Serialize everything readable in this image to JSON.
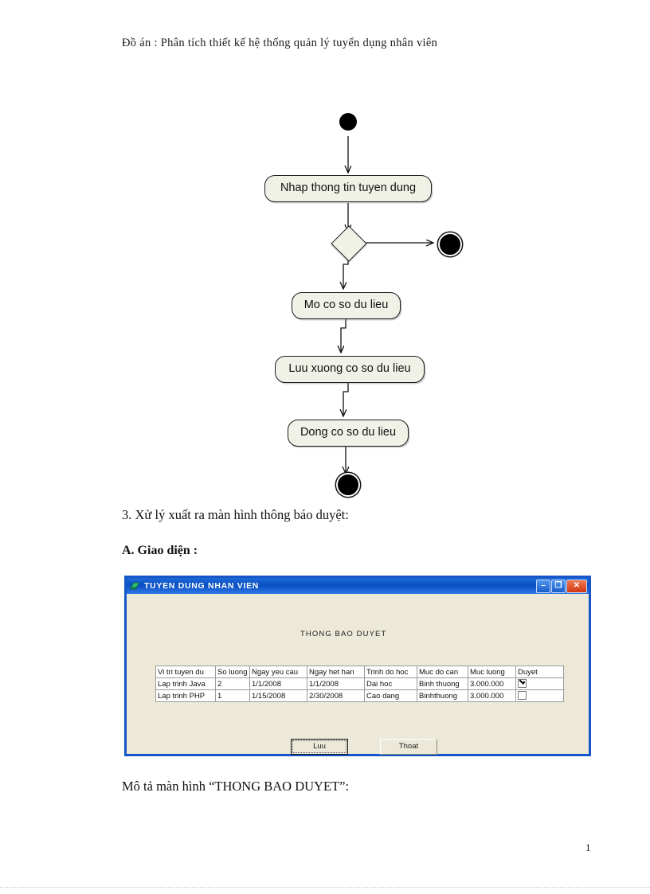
{
  "document": {
    "header": "Đồ án : Phân tích thiết kế hệ thống quản lý tuyển dụng nhân viên",
    "section_heading": "3. Xử lý xuất ra màn hình thông báo duyệt:",
    "subsection_heading": "A. Giao diện :",
    "caption": "Mô tả màn hình “THONG BAO DUYET”:",
    "page_number": "1"
  },
  "diagram": {
    "type": "uml-activity",
    "start_node_name": "initial-node",
    "end_node_names": [
      "final-node-branch",
      "final-node-main"
    ],
    "decision_node_name": "decision-diamond",
    "activities": [
      {
        "label": "Nhap thong tin tuyen dung"
      },
      {
        "label": "Mo co so du lieu"
      },
      {
        "label": "Luu xuong co so du lieu"
      },
      {
        "label": "Dong co so du lieu"
      }
    ],
    "node_fill": "#f0f2e8",
    "node_stroke": "#1c1c1c"
  },
  "window": {
    "title": "TUYEN DUNG NHAN VIEN",
    "icon": "app-icon",
    "controls": {
      "minimize": "–",
      "maximize": "❐",
      "close": "✕"
    },
    "accent_color": "#1756c8",
    "client_color": "#ece9d8",
    "form_title": "THONG BAO DUYET",
    "grid": {
      "columns": [
        "Vi tri tuyen du",
        "So luong",
        "Ngay yeu cau",
        "Ngay het han",
        "Trinh do hoc",
        "Muc do can",
        "Muc luong",
        "Duyet"
      ],
      "rows": [
        {
          "vi_tri": "Lap trinh Java",
          "so_luong": "2",
          "ngay_yeu_cau": "1/1/2008",
          "ngay_het_han": "1/1/2008",
          "trinh_do": "Dai hoc",
          "muc_do_can": "Binh thuong",
          "muc_luong": "3.000.000",
          "duyet": true
        },
        {
          "vi_tri": "Lap trinh PHP",
          "so_luong": "1",
          "ngay_yeu_cau": "1/15/2008",
          "ngay_het_han": "2/30/2008",
          "trinh_do": "Cao dang",
          "muc_do_can": "Binhthuong",
          "muc_luong": "3.000.000",
          "duyet": false
        }
      ]
    },
    "buttons": {
      "save": "Luu",
      "exit": "Thoat"
    }
  }
}
